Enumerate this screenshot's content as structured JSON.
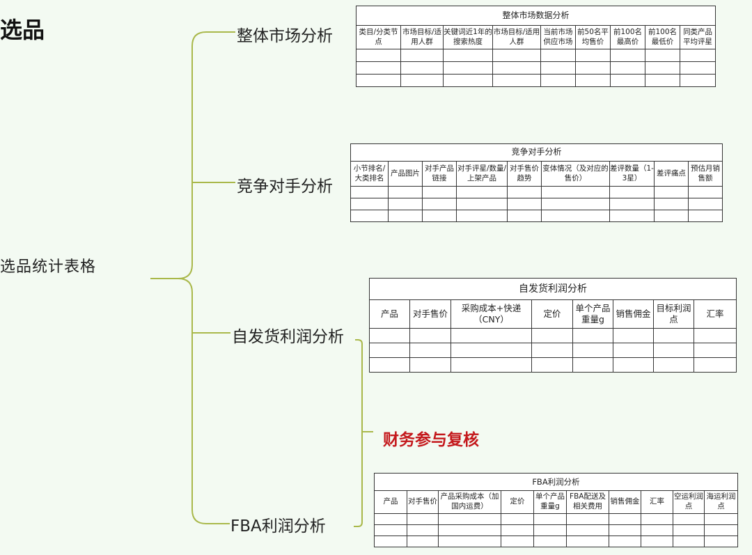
{
  "page": {
    "title": "选品"
  },
  "root": {
    "label": "选品统计表格"
  },
  "branches": [
    {
      "label": "整体市场分析"
    },
    {
      "label": "竞争对手分析"
    },
    {
      "label": "自发货利润分析"
    },
    {
      "label": "FBA利润分析"
    }
  ],
  "sub_node": {
    "label": "财务参与复核"
  },
  "colors": {
    "connector": "#a9b84a",
    "sub_node_text": "#c4181c",
    "background": "#f3faf2"
  },
  "tables": [
    {
      "title": "整体市场数据分析",
      "headers": [
        "类目/分类节点",
        "市场目标/适用人群",
        "关键词近1年的搜索热度",
        "市场目标/适用人群",
        "当前市场供应市场",
        "前50名平均售价",
        "前100名最高价",
        "前100名最低价",
        "同类产品平均评星"
      ],
      "empty_rows": 3
    },
    {
      "title": "竞争对手分析",
      "headers": [
        "小节排名/大类排名",
        "产品图片",
        "对手产品链接",
        "对手评星/数量/上架产品",
        "对手售价趋势",
        "变体情况（及对应的售价）",
        "差评数量（1-3星）",
        "差评痛点",
        "预估月销售额"
      ],
      "empty_rows": 3
    },
    {
      "title": "自发货利润分析",
      "headers": [
        "产品",
        "对手售价",
        "采购成本+快递（CNY）",
        "定价",
        "单个产品重量g",
        "销售佣金",
        "目标利润点",
        "汇率"
      ],
      "empty_rows": 3
    },
    {
      "title": "FBA利润分析",
      "headers": [
        "产品",
        "对手售价",
        "产品采购成本（加国内运费）",
        "定价",
        "单个产品重量g",
        "FBA配送及相关费用",
        "销售佣金",
        "汇率",
        "空运利润点",
        "海运利润点"
      ],
      "empty_rows": 3
    }
  ]
}
